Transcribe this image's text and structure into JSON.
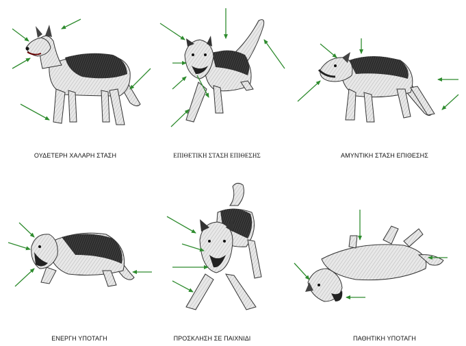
{
  "panels": [
    {
      "caption": "ΟΥΔΕΤΕΡΗ ΧΑΛΑΡΗ ΣΤΑΣΗ",
      "posture": "neutral-relaxed"
    },
    {
      "caption": "ΕΠΙΘΕΤΙΚΗ ΣΤΑΣΗ ΕΠΙΘΕΣΗΣ",
      "posture": "offensive-aggressive"
    },
    {
      "caption": "ΑΜΥΝΤΙΚΗ ΣΤΑΣΗ ΕΠΙΘΕΣΗΣ",
      "posture": "defensive-aggressive"
    },
    {
      "caption": "ΕΝΕΡΓΗ ΥΠΟΤΑΓΗ",
      "posture": "active-submission"
    },
    {
      "caption": "ΠΡΟΣΚΛΗΣΗ ΣΕ ΠΑΙΧΝΙΔΙ",
      "posture": "play-bow"
    },
    {
      "caption": "ΠΑΘΗΤΙΚΗ ΥΠΟΤΑΓΗ",
      "posture": "passive-submission"
    }
  ],
  "colors": {
    "arrow": "#2e8b2e",
    "ink": "#1a1a1a",
    "dark_coat": "#2b2b2b",
    "light_coat": "#d9d9d9"
  }
}
